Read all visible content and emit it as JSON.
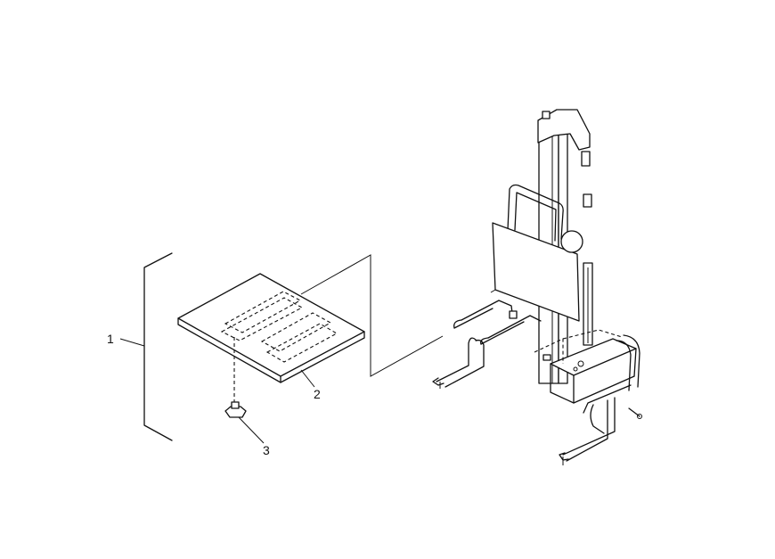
{
  "callouts": {
    "item1": "1",
    "item2": "2",
    "item3": "3"
  },
  "parts": [
    {
      "number": "1",
      "icon": "platform-assembly-bracket"
    },
    {
      "number": "2",
      "icon": "platform-board"
    },
    {
      "number": "3",
      "icon": "knob-screw"
    }
  ]
}
